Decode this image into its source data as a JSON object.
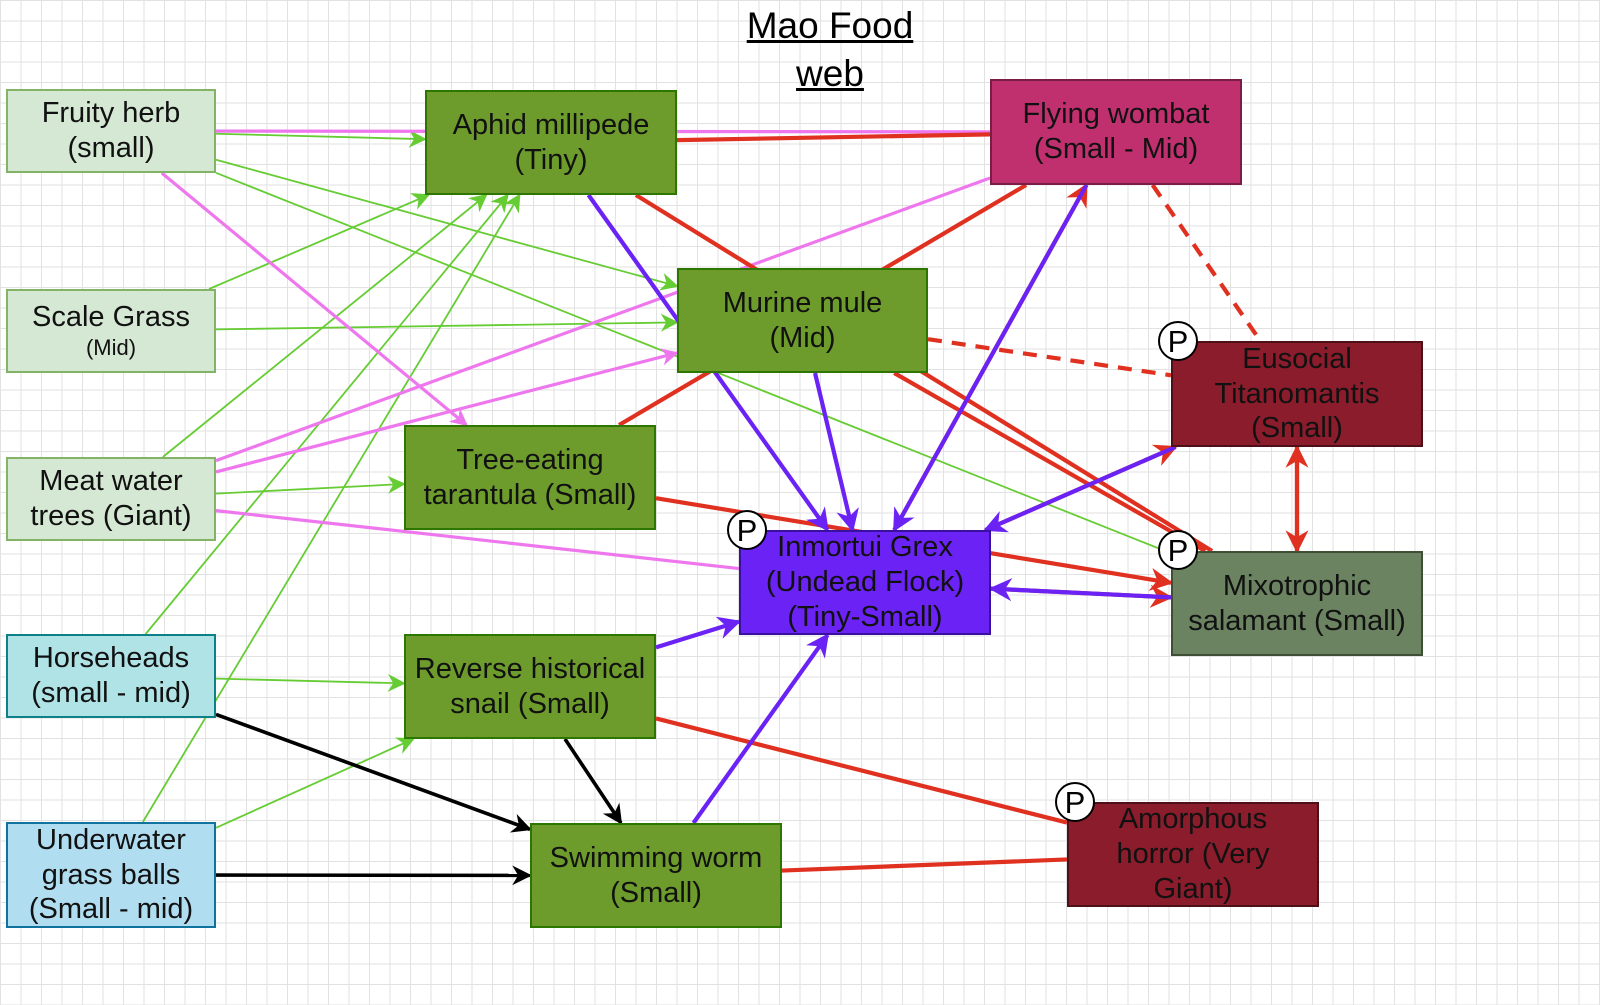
{
  "title": "Mao Food\nweb",
  "producers": [
    {
      "id": "fruity",
      "label": "Fruity herb\n(small)",
      "bg": "#d5e8d4",
      "border": "#82b366"
    },
    {
      "id": "scale",
      "label": "Scale Grass",
      "sub": "(Mid)",
      "bg": "#d5e8d4",
      "border": "#82b366"
    },
    {
      "id": "meat",
      "label": "Meat water\ntrees (Giant)",
      "bg": "#d5e8d4",
      "border": "#82b366"
    },
    {
      "id": "horse",
      "label": "Horseheads\n(small - mid)",
      "bg": "#b0e3e6",
      "border": "#0e8088"
    },
    {
      "id": "underwater",
      "label": "Underwater\ngrass balls\n(Small - mid)",
      "bg": "#b1ddf0",
      "border": "#10739e"
    }
  ],
  "consumers": [
    {
      "id": "aphid",
      "label": "Aphid millipede\n(Tiny)",
      "bg": "#6d9c2d",
      "border": "#2d7600",
      "text": "#111111"
    },
    {
      "id": "murine",
      "label": "Murine mule\n(Mid)",
      "bg": "#6d9c2d",
      "border": "#2d7600",
      "text": "#111111"
    },
    {
      "id": "tarantula",
      "label": "Tree-eating\ntarantula (Small)",
      "bg": "#6d9c2d",
      "border": "#2d7600",
      "text": "#111111"
    },
    {
      "id": "snail",
      "label": "Reverse historical\nsnail (Small)",
      "bg": "#6d9c2d",
      "border": "#2d7600",
      "text": "#111111"
    },
    {
      "id": "worm",
      "label": "Swimming worm\n(Small)",
      "bg": "#6d9c2d",
      "border": "#2d7600",
      "text": "#111111"
    },
    {
      "id": "wombat",
      "label": "Flying wombat\n(Small - Mid)",
      "bg": "#c0306e",
      "border": "#7a1d44",
      "text": "#111111"
    },
    {
      "id": "mantis",
      "label": "Eusocial\nTitanomantis\n(Small)",
      "bg": "#8a1c2b",
      "border": "#4e0f18",
      "text": "#111111"
    },
    {
      "id": "salamander",
      "label": "Mixotrophic\nsalamant (Small)",
      "bg": "#6b8361",
      "border": "#3e4f36",
      "text": "#111111"
    },
    {
      "id": "grex",
      "label": "Inmortui Grex\n(Undead Flock)\n(Tiny-Small)",
      "bg": "#6a22f5",
      "border": "#3a10a0",
      "text": "#111111"
    },
    {
      "id": "horror",
      "label": "Amorphous\nhorror (Very\nGiant)",
      "bg": "#8a1c2b",
      "border": "#4e0f18",
      "text": "#111111"
    }
  ],
  "parasite_marker": "P",
  "colors": {
    "plant_eating": "#66cc33",
    "fruit_eating": "#ee77ee",
    "predation": "#e03020",
    "undead": "#6a22f5",
    "black": "#000000"
  },
  "edges": [
    {
      "from": "fruity",
      "to": "aphid",
      "kind": "green"
    },
    {
      "from": "fruity",
      "to": "murine",
      "kind": "green"
    },
    {
      "from": "fruity",
      "to": "salamander",
      "kind": "green",
      "head": false
    },
    {
      "from": "scale",
      "to": "aphid",
      "kind": "green"
    },
    {
      "from": "scale",
      "to": "murine",
      "kind": "green"
    },
    {
      "from": "meat",
      "to": "aphid",
      "kind": "green"
    },
    {
      "from": "meat",
      "to": "tarantula",
      "kind": "green"
    },
    {
      "from": "horse",
      "to": "aphid",
      "kind": "green"
    },
    {
      "from": "horse",
      "to": "snail",
      "kind": "green"
    },
    {
      "from": "underwater",
      "to": "aphid",
      "kind": "green"
    },
    {
      "from": "underwater",
      "to": "snail",
      "kind": "green"
    },
    {
      "from": "fruity",
      "to": "tarantula",
      "kind": "pink"
    },
    {
      "from": "fruity",
      "to": "wombat",
      "kind": "pink",
      "head": false
    },
    {
      "from": "meat",
      "to": "murine",
      "kind": "pink"
    },
    {
      "from": "meat",
      "to": "wombat",
      "kind": "pink",
      "head": false
    },
    {
      "from": "meat",
      "to": "grex",
      "kind": "pink",
      "head": false
    },
    {
      "from": "horse",
      "to": "worm",
      "kind": "black"
    },
    {
      "from": "underwater",
      "to": "worm",
      "kind": "black"
    },
    {
      "from": "snail",
      "to": "worm",
      "kind": "black"
    },
    {
      "from": "aphid",
      "to": "wombat",
      "kind": "red",
      "head": false
    },
    {
      "from": "aphid",
      "to": "salamander",
      "kind": "red",
      "head": false
    },
    {
      "from": "tarantula",
      "to": "wombat",
      "kind": "red",
      "head": false
    },
    {
      "from": "tarantula",
      "to": "salamander",
      "kind": "red"
    },
    {
      "from": "murine",
      "to": "salamander",
      "kind": "red",
      "head": false
    },
    {
      "from": "murine",
      "to": "mantis",
      "kind": "red-dashed",
      "head": false
    },
    {
      "from": "wombat",
      "to": "mantis",
      "kind": "red-dashed",
      "head": false
    },
    {
      "from": "grex",
      "to": "wombat",
      "kind": "red"
    },
    {
      "from": "grex",
      "to": "mantis",
      "kind": "red"
    },
    {
      "from": "grex",
      "to": "salamander",
      "kind": "red"
    },
    {
      "from": "mantis",
      "to": "salamander",
      "kind": "red"
    },
    {
      "from": "salamander",
      "to": "mantis",
      "kind": "red"
    },
    {
      "from": "snail",
      "to": "horror",
      "kind": "red",
      "head": false
    },
    {
      "from": "worm",
      "to": "horror",
      "kind": "red",
      "head": false
    },
    {
      "from": "aphid",
      "to": "grex",
      "kind": "purple"
    },
    {
      "from": "murine",
      "to": "grex",
      "kind": "purple"
    },
    {
      "from": "snail",
      "to": "grex",
      "kind": "purple"
    },
    {
      "from": "worm",
      "to": "grex",
      "kind": "purple"
    },
    {
      "from": "wombat",
      "to": "grex",
      "kind": "purple"
    },
    {
      "from": "mantis",
      "to": "grex",
      "kind": "purple"
    },
    {
      "from": "salamander",
      "to": "grex",
      "kind": "purple"
    }
  ]
}
